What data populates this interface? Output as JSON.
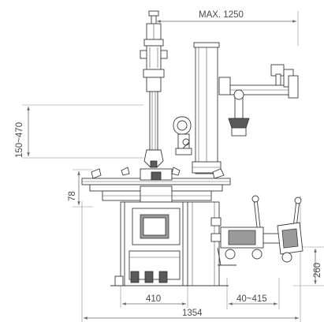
{
  "dimensions": {
    "max_width_label": "MAX. 1250",
    "head_travel_label": "150~470",
    "table_height_label": "78",
    "base_width_label": "410",
    "clamp_range_label": "40~415",
    "arm_height_label": "260",
    "overall_width_label": "1354"
  },
  "colors": {
    "line": "#3c3c3c",
    "dimension": "#6a6a6a",
    "fill_gray": "#9a9a9a",
    "fill_dark": "#5a5a5a"
  }
}
